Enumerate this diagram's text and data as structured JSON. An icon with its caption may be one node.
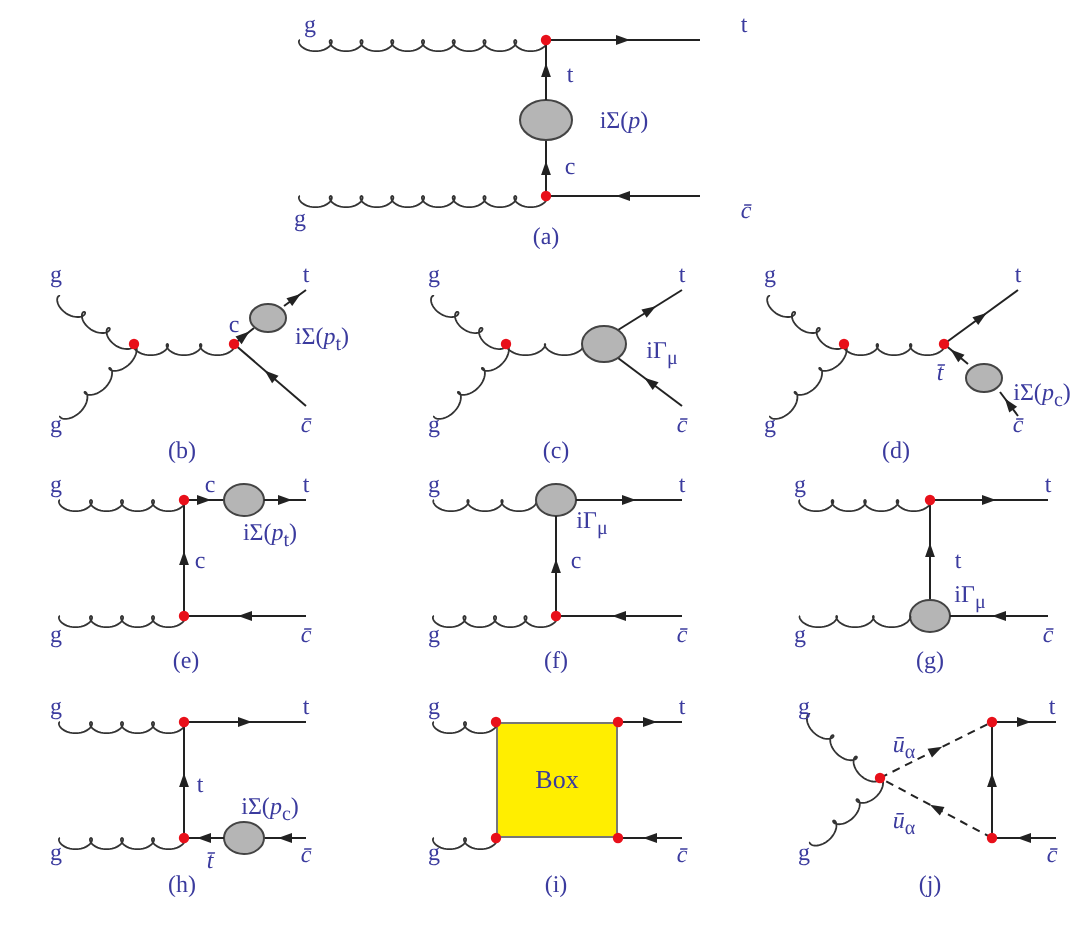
{
  "diagram": {
    "nodes": [
      {
        "text": [
          "Box"
        ]
      }
    ],
    "labels": [
      "g",
      "t",
      "t",
      "iΣ(*p*)",
      "c",
      "g",
      "c̄",
      "(a)",
      "g",
      "t",
      "c",
      "iΣ(*p*$_{t}$)",
      "g",
      "c̄",
      "(b)",
      "g",
      "t",
      "iΓ$_{μ}$",
      "g",
      "c̄",
      "(c)",
      "g",
      "t",
      "t̄",
      "iΣ(*p*$_{c}$)",
      "g",
      "c̄",
      "(d)",
      "g",
      "c",
      "t",
      "iΣ(*p*$_{t}$)",
      "c",
      "g",
      "c̄",
      "(e)",
      "g",
      "t",
      "iΓ$_{μ}$",
      "c",
      "g",
      "c̄",
      "(f)",
      "g",
      "t",
      "t",
      "iΓ$_{μ}$",
      "g",
      "c̄",
      "(g)",
      "g",
      "t",
      "t",
      "iΣ(*p*$_{c}$)",
      "g",
      "t̄",
      "c̄",
      "(h)",
      "g",
      "t",
      "g",
      "c̄",
      "(i)",
      "g",
      "t",
      "*ū*$_{α}$",
      "*ū*$_{α}$",
      "g",
      "c̄",
      "(j)"
    ]
  }
}
